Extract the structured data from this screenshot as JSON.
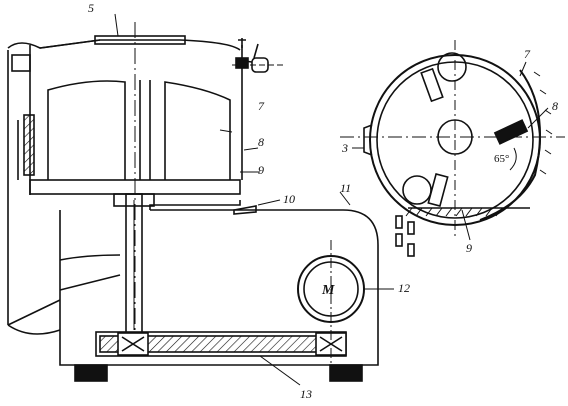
{
  "labels": {
    "l5": "5",
    "l7": "7",
    "l8": "8",
    "l9": "9",
    "l10": "10",
    "l11": "11",
    "l12": "12",
    "l13": "13",
    "l3_side": "3",
    "l7_side": "7",
    "l8_side": "8",
    "l9_side": "9"
  },
  "motor_letter": "M",
  "angle": "65°",
  "colors": {
    "ink": "#111111",
    "background": "#ffffff"
  }
}
